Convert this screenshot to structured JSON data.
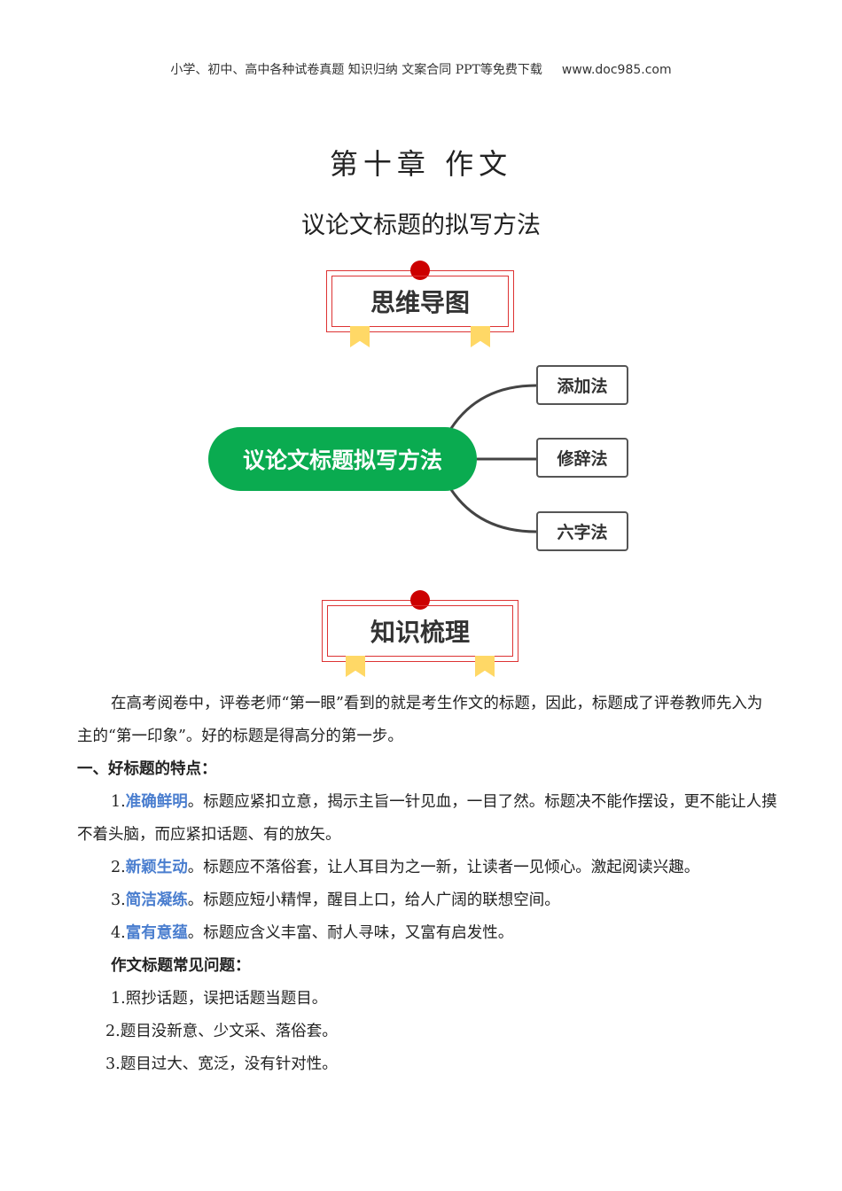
{
  "header": {
    "text": "小学、初中、高中各种试卷真题  知识归纳  文案合同  PPT等免费下载",
    "url": "www.doc985.com"
  },
  "title": "第十章 作文",
  "subtitle": "议论文标题的拟写方法",
  "banner1": "思维导图",
  "mindmap": {
    "center": "议论文标题拟写方法",
    "leaves": [
      "添加法",
      "修辞法",
      "六字法"
    ]
  },
  "banner2": "知识梳理",
  "intro": "在高考阅卷中，评卷老师“第一眼”看到的就是考生作文的标题，因此，标题成了评卷教师先入为主的“第一印象”。好的标题是得高分的第一步。",
  "section1": "一、好标题的特点：",
  "points": [
    {
      "num": "1.",
      "key": "准确鲜明",
      "text": "。标题应紧扣立意，揭示主旨一针见血，一目了然。标题决不能作摆设，更不能让人摸不着头脑，而应紧扣话题、有的放矢。"
    },
    {
      "num": "2.",
      "key": "新颖生动",
      "text": "。标题应不落俗套，让人耳目为之一新，让读者一见倾心。激起阅读兴趣。"
    },
    {
      "num": "3.",
      "key": "简洁凝练",
      "text": "。标题应短小精悍，醒目上口，给人广阔的联想空间。"
    },
    {
      "num": "4.",
      "key": "富有意蕴",
      "text": "。标题应含义丰富、耐人寻味，又富有启发性。"
    }
  ],
  "section2": "作文标题常见问题：",
  "problems": [
    "1.照抄话题，误把话题当题目。",
    "2.题目没新意、少文采、落俗套。",
    "3.题目过大、宽泛，没有针对性。"
  ]
}
